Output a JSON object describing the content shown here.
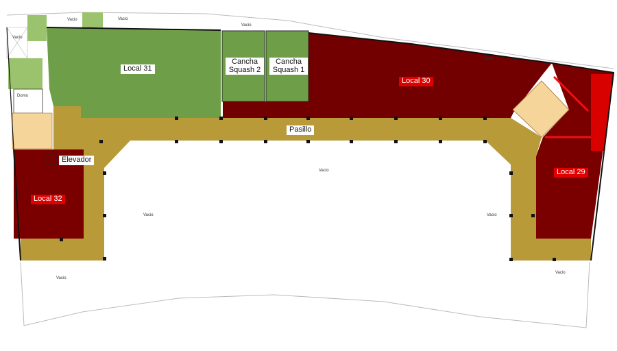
{
  "colors": {
    "local_green": "#6f9e48",
    "local_red": "#730000",
    "local_bright_red": "#d90000",
    "corridor": "#b99a39",
    "stairs": "#f5d59a",
    "wall": "#111111",
    "service_green": "#9bc36d"
  },
  "labels": {
    "local_31": "Local 31",
    "squash_2": "Cancha Squash 2",
    "squash_1": "Cancha Squash 1",
    "local_30": "Local 30",
    "pasillo": "Pasillo",
    "elevador": "Elevador",
    "local_32": "Local 32",
    "local_29": "Local 29",
    "domo": "Domo",
    "vacio": "Vacio"
  }
}
